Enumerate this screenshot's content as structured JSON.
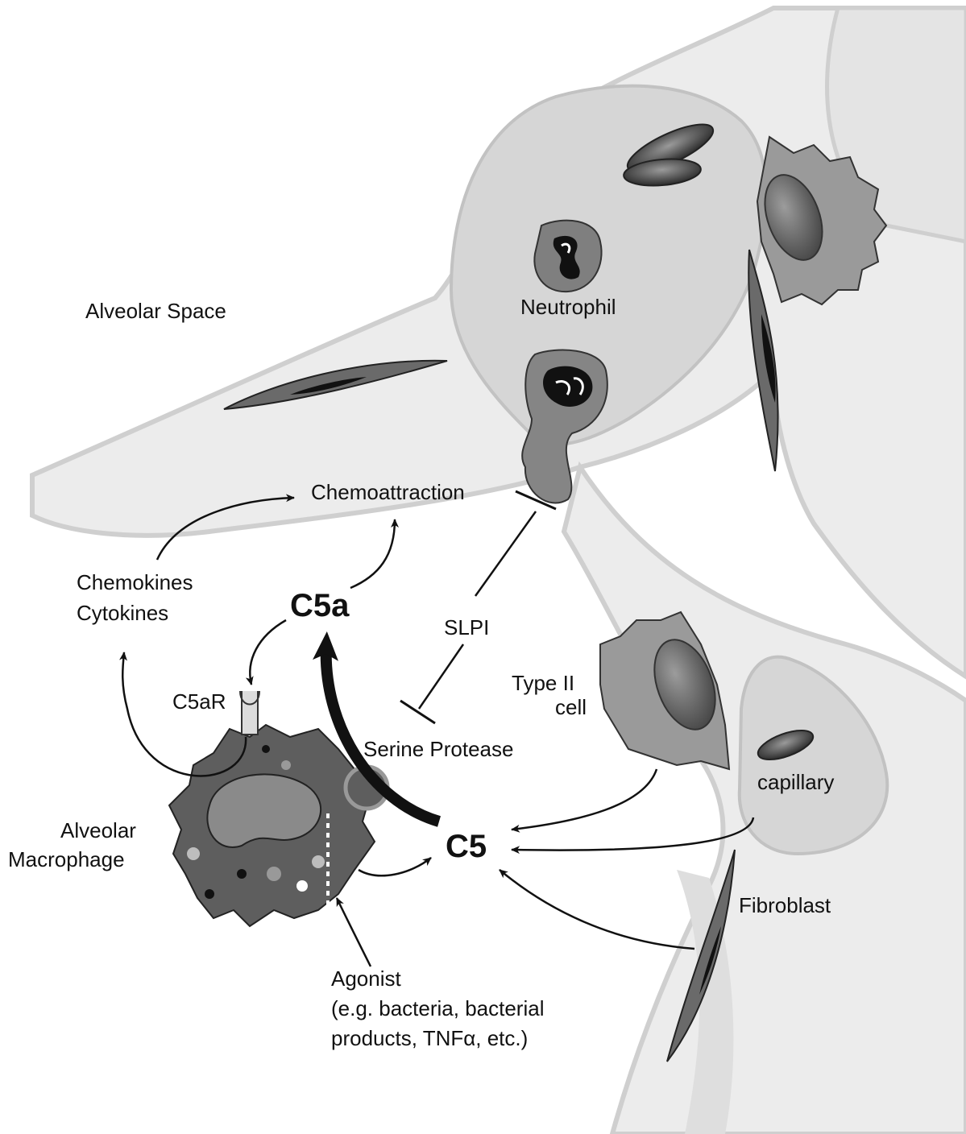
{
  "labels": {
    "alveolar_space": "Alveolar Space",
    "neutrophil": "Neutrophil",
    "chemoattraction": "Chemoattraction",
    "chemokines": "Chemokines",
    "cytokines": "Cytokines",
    "c5a": "C5a",
    "slpi": "SLPI",
    "type2_line1": "Type II",
    "type2_line2": "cell",
    "c5ar": "C5aR",
    "serine_protease": "Serine Protease",
    "capillary": "capillary",
    "alveolar_mac_line1": "Alveolar",
    "alveolar_mac_line2": "Macrophage",
    "c5": "C5",
    "fibroblast": "Fibroblast",
    "agonist_line1": "Agonist",
    "agonist_line2": "(e.g. bacteria, bacterial",
    "agonist_line3": "products, TNFα, etc.)"
  },
  "colors": {
    "tissue": "#e9e9e9",
    "tissue_edge": "#cfcfcf",
    "capillary_fill": "#d4d4d4",
    "cell_dark": "#5e5e5e",
    "cell_mid": "#8a8a8a",
    "arrow": "#111111"
  }
}
